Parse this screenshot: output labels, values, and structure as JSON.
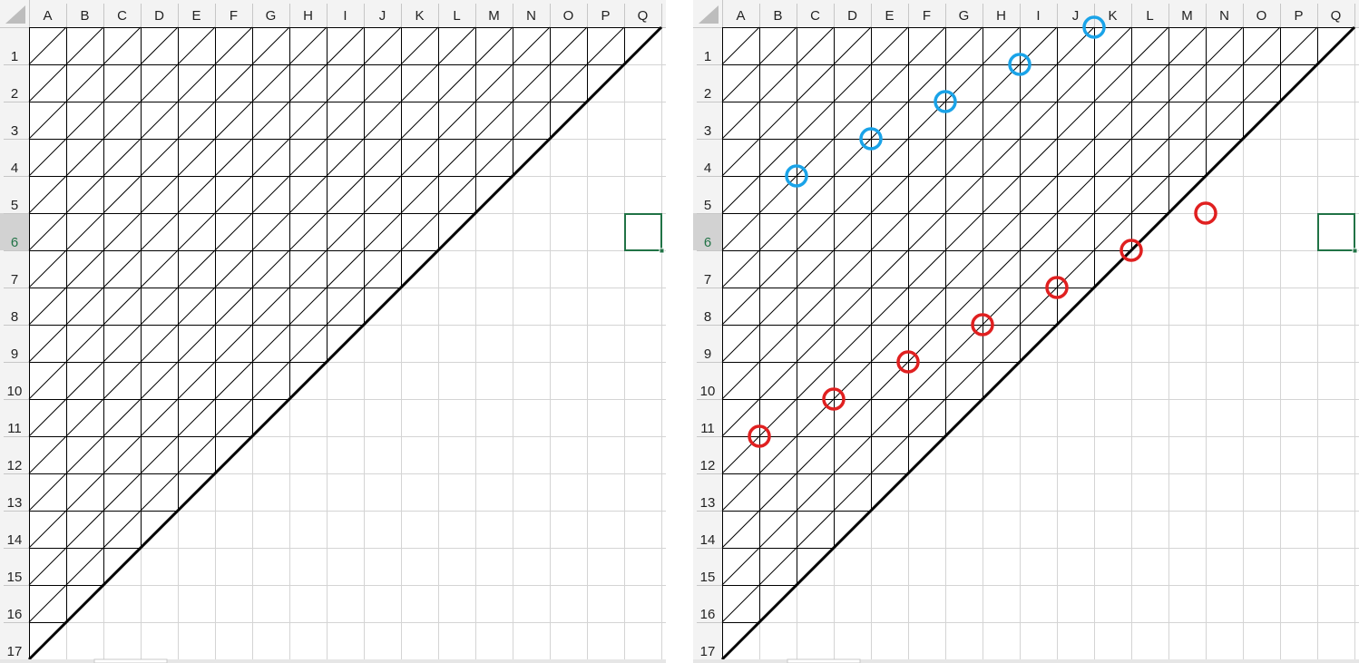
{
  "columns": [
    "A",
    "B",
    "C",
    "D",
    "E",
    "F",
    "G",
    "H",
    "I",
    "J",
    "K",
    "L",
    "M",
    "N",
    "O",
    "P",
    "Q"
  ],
  "rows": [
    "1",
    "2",
    "3",
    "4",
    "5",
    "6",
    "7",
    "8",
    "9",
    "10",
    "11",
    "12",
    "13",
    "14",
    "15",
    "16",
    "17"
  ],
  "active_row": "6",
  "colors": {
    "gridline": "#d4d4d4",
    "header_bg": "#f3f3f3",
    "header_line": "#c6c6c6",
    "active_row_header_bg": "#d2d2d2",
    "selection_green": "#217346",
    "cell_border": "#000000",
    "circle_blue": "#1aa3e8",
    "circle_red": "#e02020"
  },
  "sheets": [
    {
      "id": "left",
      "selected_cell": "Q6",
      "triangle_rows": 17,
      "markers": []
    },
    {
      "id": "right",
      "selected_cell": "Q6",
      "triangle_rows": 17,
      "markers": [
        {
          "color": "blue",
          "row": 4,
          "col": 1
        },
        {
          "color": "blue",
          "row": 3,
          "col": 3
        },
        {
          "color": "blue",
          "row": 2,
          "col": 5
        },
        {
          "color": "blue",
          "row": 1,
          "col": 7
        },
        {
          "color": "blue",
          "row": 0,
          "col": 9
        },
        {
          "color": "red",
          "row": 11,
          "col": 0
        },
        {
          "color": "red",
          "row": 10,
          "col": 2
        },
        {
          "color": "red",
          "row": 9,
          "col": 4
        },
        {
          "color": "red",
          "row": 8,
          "col": 6
        },
        {
          "color": "red",
          "row": 7,
          "col": 8
        },
        {
          "color": "red",
          "row": 6,
          "col": 10
        },
        {
          "color": "red",
          "row": 5,
          "col": 12
        }
      ]
    }
  ]
}
